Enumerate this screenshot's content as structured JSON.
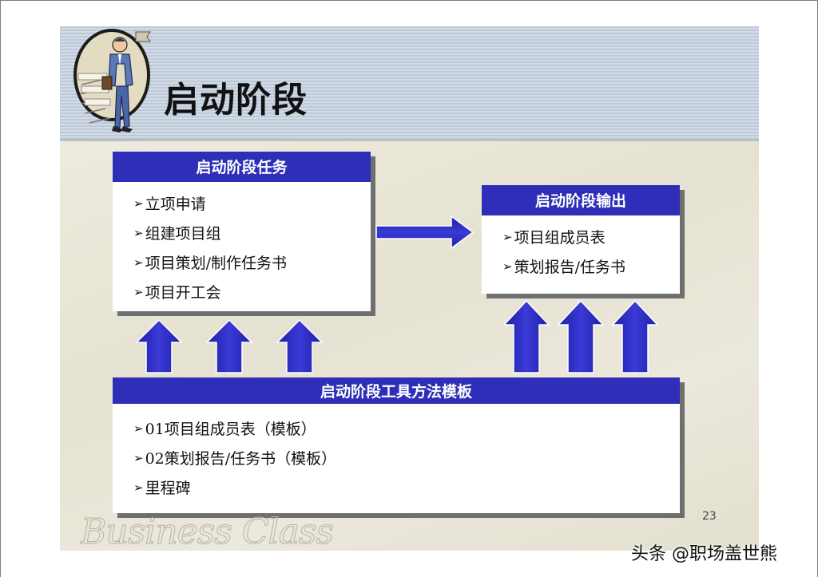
{
  "slide": {
    "title": "启动阶段",
    "page_number": "23",
    "watermark_text": "Business Class"
  },
  "tasks_box": {
    "header": "启动阶段任务",
    "items": [
      "立项申请",
      "组建项目组",
      "项目策划/制作任务书",
      "项目开工会"
    ]
  },
  "output_box": {
    "header": "启动阶段输出",
    "items": [
      "项目组成员表",
      "策划报告/任务书"
    ]
  },
  "tools_box": {
    "header": "启动阶段工具方法模板",
    "items": [
      "01项目组成员表（模板）",
      "02策划报告/任务书（模板）",
      "里程碑"
    ]
  },
  "bullet_glyph": "➢",
  "footer": {
    "credit": "头条 @职场盖世熊"
  },
  "colors": {
    "header_blue": "#2e2eb8",
    "arrow_blue": "#2b2bc4",
    "banner": "#c3cfdd",
    "slide_bg": "#e9e6d8"
  }
}
